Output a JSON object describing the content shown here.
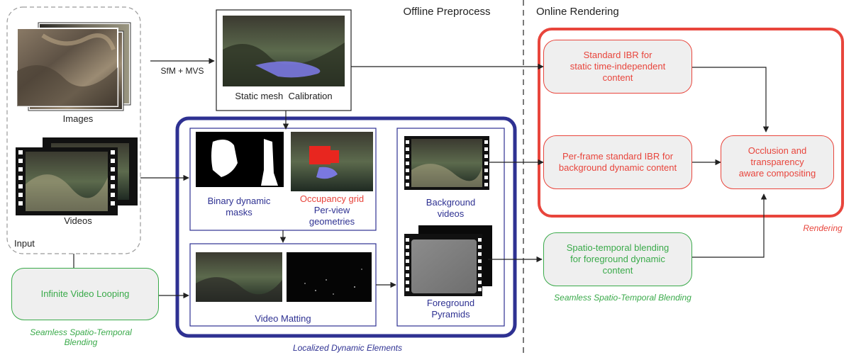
{
  "headers": {
    "offline": "Offline Preprocess",
    "online": "Online Rendering"
  },
  "input_group": {
    "images_label": "Images",
    "videos_label": "Videos",
    "input_label": "Input"
  },
  "arrows": {
    "sfm_mvs": "SfM + MVS"
  },
  "static_mesh": {
    "caption": "Static mesh  Calibration"
  },
  "localized": {
    "binary_masks": "Binary dynamic\nmasks",
    "occupancy_title": "Occupancy grid",
    "occupancy_sub": "Per-view\ngeometries",
    "video_matting": "Video Matting",
    "background_videos": "Background\nvideos",
    "foreground_pyramids": "Foreground\nPyramids",
    "caption": "Localized Dynamic Elements"
  },
  "rendering": {
    "standard_ibr": "Standard IBR for\nstatic time-independent\ncontent",
    "perframe_ibr": "Per-frame standard IBR for\nbackground dynamic content",
    "compositing": "Occlusion and transparency\naware compositing",
    "caption": "Rendering"
  },
  "blending": {
    "st_blend": "Spatio-temporal blending\nfor foreground dynamic\ncontent",
    "st_caption": "Seamless Spatio-Temporal Blending"
  },
  "looping": {
    "infinite": "Infinite Video Looping",
    "caption": "Seamless Spatio-Temporal\nBlending"
  },
  "colors": {
    "red": "#e8453c",
    "navy": "#2e3192",
    "green": "#3aaa4a",
    "gray_fill": "#efefef",
    "dashed_gray": "#9a9a9a"
  }
}
